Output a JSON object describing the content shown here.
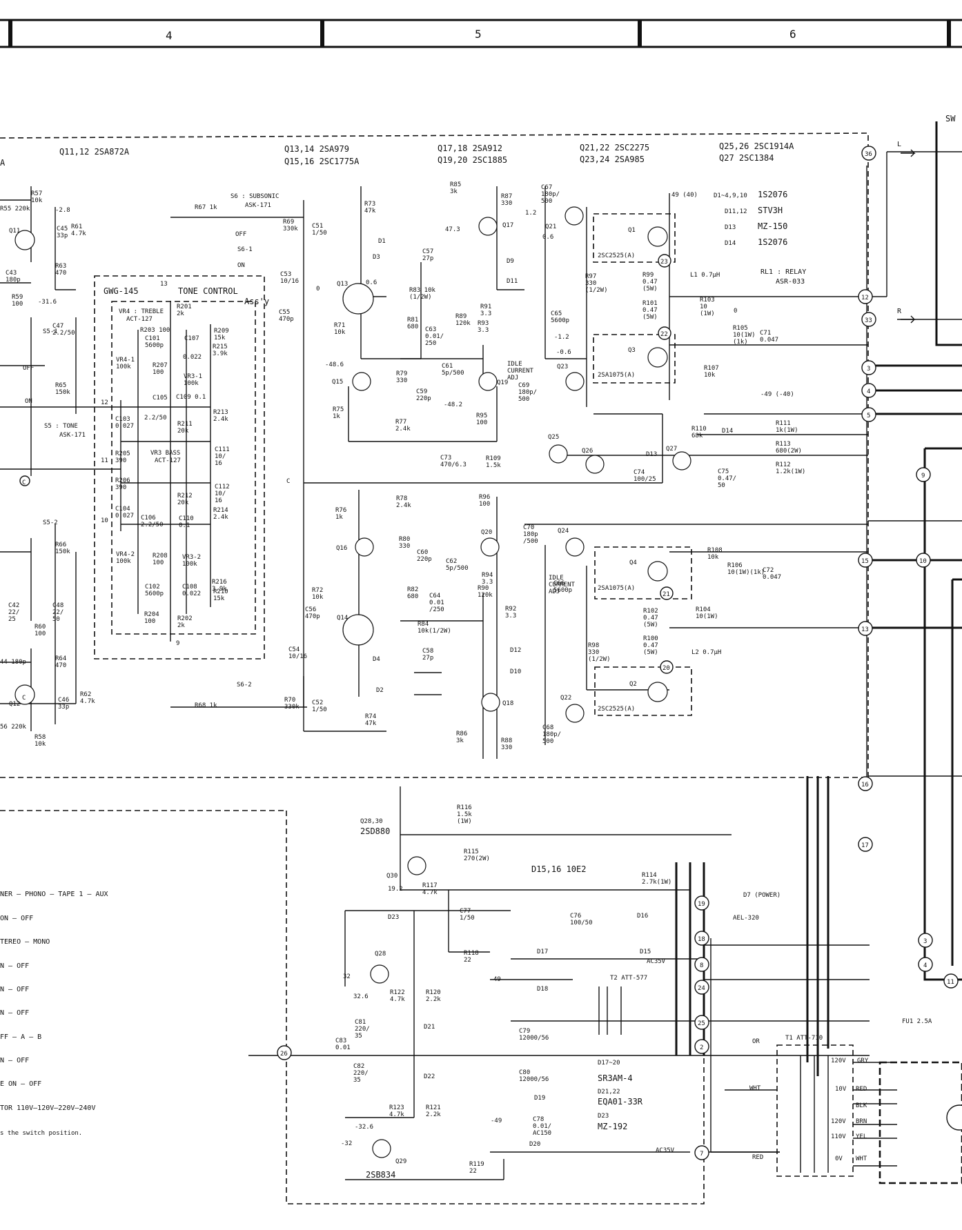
{
  "header": {
    "columns": [
      "4",
      "5",
      "6"
    ],
    "edge_label": "SW"
  },
  "transistors": {
    "q11_12": "Q11,12  2SA872A",
    "q13_14": "Q13,14  2SA979",
    "q15_16": "Q15,16  2SC1775A",
    "q17_18": "Q17,18  2SA912",
    "q19_20": "Q19,20  2SC1885",
    "q21_22": "Q21,22  2SC2275",
    "q23_24": "Q23,24  2SA985",
    "q25_26": "Q25,26  2SC1914A",
    "q27": "Q27  2SC1384",
    "q28_30": "Q28,30",
    "q28_30_type": "2SD880",
    "q29_type": "2SB834"
  },
  "diodes": [
    {
      "ref": "D1~4,9,10",
      "type": "1S2076"
    },
    {
      "ref": "D11,12",
      "type": "STV3H"
    },
    {
      "ref": "D13",
      "type": "MZ-150"
    },
    {
      "ref": "D14",
      "type": "1S2076"
    }
  ],
  "relay": {
    "ref": "RL1 : RELAY",
    "type": "ASR-033"
  },
  "tone_control": {
    "assy": "GWG-145",
    "title": "TONE CONTROL",
    "suffix": "Ass'y",
    "treble": "VR4 : TREBLE",
    "treble_part": "ACT-127",
    "bass": "VR3 BASS",
    "bass_part": "ACT-127"
  },
  "switches": {
    "s6": "S6 : SUBSONIC",
    "s6_part": "ASK-171",
    "s5": "S5 : TONE",
    "s5_part": "ASK-171"
  },
  "power": {
    "d15_16": "D15,16  10E2",
    "d17_20": "D17~20",
    "d17_20_type": "SR3AM-4",
    "d21_22": "D21,22",
    "d21_22_type": "EQA01-33R",
    "d23": "D23",
    "d23_type": "MZ-192",
    "t2": "T2  ATT-577",
    "t1": "T1  ATT-710",
    "ac35v_a": "AC35V",
    "ac35v_b": "AC35V",
    "d7": "D7 (POWER)",
    "d7_part": "AEL-320",
    "fuse": "FU1 2.5A",
    "taps": [
      "120V",
      "10V",
      "120V",
      "110V",
      "0V"
    ],
    "wires": [
      "GRY",
      "RED",
      "BLK",
      "BRN",
      "YEL",
      "WHT"
    ],
    "lead_or": "OR",
    "lead_wht": "WHT",
    "lead_red": "RED"
  },
  "legend": [
    "NER — PHONO — TAPE 1 — AUX",
    "ON — OFF",
    "TEREO — MONO",
    "N — OFF",
    "N — OFF",
    "N — OFF",
    "FF — A — B",
    "N — OFF",
    "E    ON — OFF",
    "TOR   110V—120V—220V—240V",
    "s the switch position."
  ],
  "voltages": {
    "v_2_8": "-2.8",
    "v_31_6": "-31.6",
    "v_0_6a": "0.6",
    "v_0a": "0",
    "v_48_6": "-48.6",
    "v_47_3": "47.3",
    "v_1_2a": "1.2",
    "v_0_6b": "0.6",
    "v_49_40": "49 (40)",
    "v_n1_2": "-1.2",
    "v_n0_6": "-0.6",
    "v_n48_2": "-48.2",
    "v_0b": "0",
    "v_n49_40": "-49 (-40)",
    "v_19_2": "19.2",
    "v_32": "32",
    "v_32_6": "32.6",
    "v_49": "49",
    "v_n32_6": "-32.6",
    "v_n49": "-49",
    "v_n32": "-32"
  },
  "terminals": [
    "36",
    "33",
    "12",
    "23",
    "22",
    "3",
    "4",
    "5",
    "9",
    "15",
    "10",
    "13",
    "21",
    "20",
    "16",
    "17",
    "19",
    "18",
    "8",
    "24",
    "25",
    "2",
    "7",
    "26",
    "3",
    "4",
    "11"
  ],
  "parts": {
    "R57": "R57\n10k",
    "R55": "R55 220k",
    "R61": "R61\n4.7k",
    "C45": "C45\n33p",
    "R63": "R63\n470",
    "C43": "C43\n180p",
    "R59": "R59\n100",
    "R67": "R67 1k",
    "R69": "R69\n330k",
    "C51": "C51\n1/50",
    "R73": "R73\n47k",
    "C53": "C53\n10/16",
    "C55": "C55\n470p",
    "C57": "C57\n27p",
    "R83": "R83 10k\n(1/2W)",
    "R81": "R81\n680",
    "R71": "R71\n10k",
    "R85": "R85\n3k",
    "R87": "R87\n330",
    "C67": "C67\n180p/\n500",
    "R97": "R97\n330\n(1/2W)",
    "R99": "R99\n0.47\n(5W)",
    "R101": "R101\n0.47\n(5W)",
    "L1": "L1 0.7μH",
    "R103": "R103\n10\n(1W)",
    "R105": "R105\n10(1W)\n(1k)",
    "C71": "C71\n0.047",
    "R107": "R107\n10k",
    "R91": "R91\n3.3",
    "R93": "R93\n3.3",
    "R89": "R89\n120k",
    "C63": "C63\n0.01/\n250",
    "C65": "C65\n5600p",
    "C61": "C61\n5p/500",
    "R79": "R79\n330",
    "C59": "C59\n220p",
    "C69": "C69\n180p/\n500",
    "R95": "R95\n100",
    "R75": "R75\n1k",
    "R77": "R77\n2.4k",
    "C73": "C73\n470/6.3",
    "R109": "R109\n1.5k",
    "C74": "C74\n100/25",
    "C75": "C75\n0.47/\n50",
    "R110": "R110\n68k",
    "R111": "R111\n1k(1W)",
    "R113": "R113\n680(2W)",
    "R112": "R112\n1.2k(1W)",
    "R76": "R76\n1k",
    "R78": "R78\n2.4k",
    "R96": "R96\n100",
    "C70": "C70\n180p\n/500",
    "R80": "R80\n330",
    "C60": "C60\n220p",
    "C62": "C62\n5p/500",
    "R94": "R94\n3.3",
    "R90": "R90\n120k",
    "R92": "R92\n3.3",
    "C64": "C64\n0.01\n/250",
    "C66": "C66\n5600p",
    "R82": "R82\n680",
    "R84": "R84\n10k(1/2W)",
    "R72": "R72\n10k",
    "C56": "C56\n470p",
    "C54": "C54\n10/16",
    "C58": "C58\n27p",
    "R70": "R70\n330k",
    "C52": "C52\n1/50",
    "R74": "R74\n47k",
    "R68": "R68 1k",
    "R98": "R98\n330\n(1/2W)",
    "R100": "R100\n0.47\n(5W)",
    "R102": "R102\n0.47\n(5W)",
    "R104": "R104\n10(1W)",
    "L2": "L2 0.7μH",
    "R106": "R106\n10(1W)(1k)",
    "C72": "C72\n0.047",
    "R108": "R108\n10k",
    "C68": "C68\n180p/\n500",
    "R86": "R86\n3k",
    "R88": "R88\n330",
    "R116": "R116\n1.5k\n(1W)",
    "R115": "R115\n270(2W)",
    "R117": "R117\n4.7k",
    "C77": "C77\n1/50",
    "R114": "R114\n2.7k(1W)",
    "C76": "C76\n100/50",
    "R118": "R118\n22",
    "R122": "R122\n4.7k",
    "R120": "R120\n2.2k",
    "C81": "C81\n220/\n35",
    "C79": "C79\n12000/56",
    "C80": "C80\n12000/56",
    "C82": "C82\n220/\n35",
    "C83": "C83\n0.01",
    "R123": "R123\n4.7k",
    "R121": "R121\n2.2k",
    "R119": "R119\n22",
    "C78": "C78\n0.01/\nAC150",
    "R65": "R65\n150k",
    "R66": "R66\n150k",
    "R60": "R60\n100",
    "C42": "C42\n22/\n25",
    "C48": "C48\n22/\n50",
    "R64": "R64\n470",
    "R62": "R62\n4.7k",
    "C46": "C46\n33p",
    "C44": "44 180p",
    "R56": "56 220k",
    "R58": "R58\n10k",
    "C47": "C47\n2.2/50",
    "R201": "R201\n2k",
    "R203": "R203 100",
    "C101": "C101\n5600p",
    "R209": "R209\n15k",
    "R215": "R215\n3.9k",
    "C107": "C107",
    "C107b": "0.022",
    "VR4_1": "VR4-1\n100k",
    "R207": "R207\n100",
    "VR3_1": "VR3-1\n100k",
    "C105": "C105",
    "C105b": "2.2/50",
    "C109": "C109 0.1",
    "R213": "R213\n2.4k",
    "R211": "R211\n20k",
    "C103": "C103\n0.027",
    "R205": "R205\n390",
    "C111": "C111\n10/\n16",
    "R206": "R206\n390",
    "C112": "C112\n10/\n16",
    "R212": "R212\n20k",
    "C104": "C104\n0.027",
    "C106": "C106\n2.2/50",
    "C110": "C110\n0.1",
    "R214": "R214\n2.4k",
    "VR4_2": "VR4-2\n100k",
    "R208": "R208\n100",
    "VR3_2": "VR3-2\n100k",
    "R216": "R216\n3.9k",
    "C102": "C102\n5600p",
    "C108": "C108\n0.022",
    "R210": "R210\n15k",
    "R204": "R204\n100",
    "R202": "R202\n2k"
  },
  "device_labels": {
    "Q11": "Q11",
    "Q12": "Q12",
    "Q13": "Q13",
    "Q14": "Q14",
    "Q15": "Q15",
    "Q16": "Q16",
    "Q17": "Q17",
    "Q18": "Q18",
    "Q19": "Q19",
    "Q20": "Q20",
    "Q21": "Q21",
    "Q22": "Q22",
    "Q23": "Q23",
    "Q24": "Q24",
    "Q25": "Q25",
    "Q26": "Q26",
    "Q27": "Q27",
    "Q28": "Q28",
    "Q29": "Q29",
    "Q30": "Q30",
    "Q1": "Q1",
    "Q1_type": "2SC2525(A)",
    "Q3": "Q3",
    "Q3_type": "2SA1075(A)",
    "Q4": "Q4",
    "Q4_type": "2SA1075(A)",
    "Q2": "Q2",
    "Q2_type": "2SC2525(A)",
    "idle1": "IDLE\nCURRENT\nADJ",
    "idle2": "IDLE\nCURRENT\nADJ",
    "D1": "D1",
    "D2": "D2",
    "D3": "D3",
    "D4": "D4",
    "D9": "D9",
    "D10": "D10",
    "D11": "D11",
    "D12": "D12",
    "D13": "D13",
    "D14": "D14",
    "D15": "D15",
    "D16": "D16",
    "D17": "D17",
    "D18": "D18",
    "D19": "D19",
    "D20": "D20",
    "D21": "D21",
    "D22": "D22",
    "D23": "D23",
    "S6_1": "S6-1",
    "S6_2": "S6-2",
    "S5_1": "S5-1",
    "S5_2": "S5-2",
    "OFF": "OFF",
    "ON": "ON",
    "OFF2": "OFF",
    "ON2": "ON",
    "n13": "13",
    "n12": "12",
    "n11": "11",
    "n10": "10",
    "n9": "9",
    "A": "A",
    "C": "C",
    "C2": "C",
    "C3": "C",
    "L_out": "L",
    "R_out": "R"
  }
}
